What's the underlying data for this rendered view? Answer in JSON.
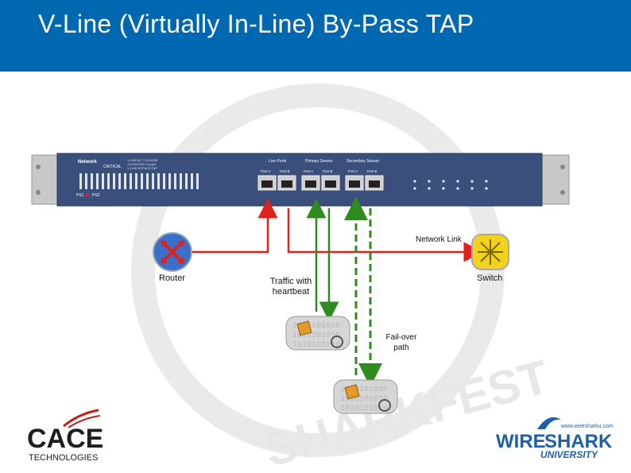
{
  "title": "V-Line (Virtually In-Line) By-Pass TAP",
  "device": {
    "brand": "Network",
    "product": "CRITICAL",
    "model_lines": [
      "VLINE ACT 1G/10GB",
      "10/100/1000 Copper",
      "V-LINE BYPASS TAP"
    ],
    "port_groups": [
      {
        "label": "Live Ports",
        "ports": [
          "Port A",
          "Port B"
        ]
      },
      {
        "label": "Primary Sensor",
        "ports": [
          "Port A",
          "Port B"
        ]
      },
      {
        "label": "Secondary Sensor",
        "ports": [
          "Port A",
          "Port B"
        ]
      }
    ],
    "power_labels": [
      "PS1",
      "PS2"
    ],
    "color_body": "#3a4f7c",
    "color_rack": "#bdbdbd"
  },
  "labels": {
    "router": "Router",
    "switch": "Switch",
    "network_link": "Network Link",
    "traffic": "Traffic with heartbeat",
    "failover": "Fail-over path"
  },
  "sensor_text": "1010101010",
  "logos": {
    "cace_main": "CACE",
    "cace_sub": "TECHNOLOGIES",
    "ws_wire": "WIRE",
    "ws_shark": "SHARK",
    "ws_sub": "UNIVERSITY",
    "ws_url": "www.wiresharku.com"
  },
  "watermark": "SHARKFEST",
  "colors": {
    "header": "#0067b1",
    "link": "#e0201b",
    "traffic": "#2e8b1e",
    "router": "#3a70c8",
    "switch": "#f2d21f"
  }
}
